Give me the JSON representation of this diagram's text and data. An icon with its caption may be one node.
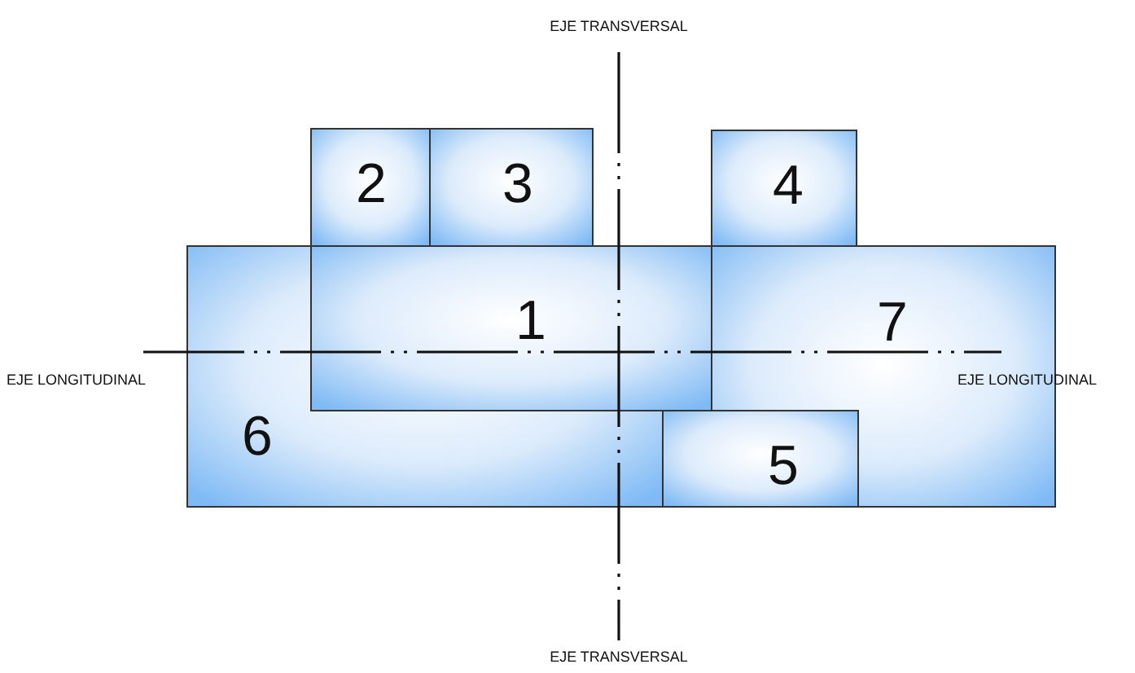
{
  "diagram": {
    "nodes": [
      {
        "text": [
          "2"
        ]
      },
      {
        "text": [
          "3"
        ]
      },
      {
        "text": [
          "4"
        ]
      },
      {
        "text": [
          "1"
        ]
      },
      {
        "text": [
          "7"
        ]
      },
      {
        "text": [
          "6"
        ]
      },
      {
        "text": [
          "5"
        ]
      }
    ],
    "labels": [
      "EJE TRANSVERSAL",
      "EJE LONGITUDINAL",
      "EJE LONGITUDINAL",
      "EJE TRANSVERSAL"
    ]
  }
}
